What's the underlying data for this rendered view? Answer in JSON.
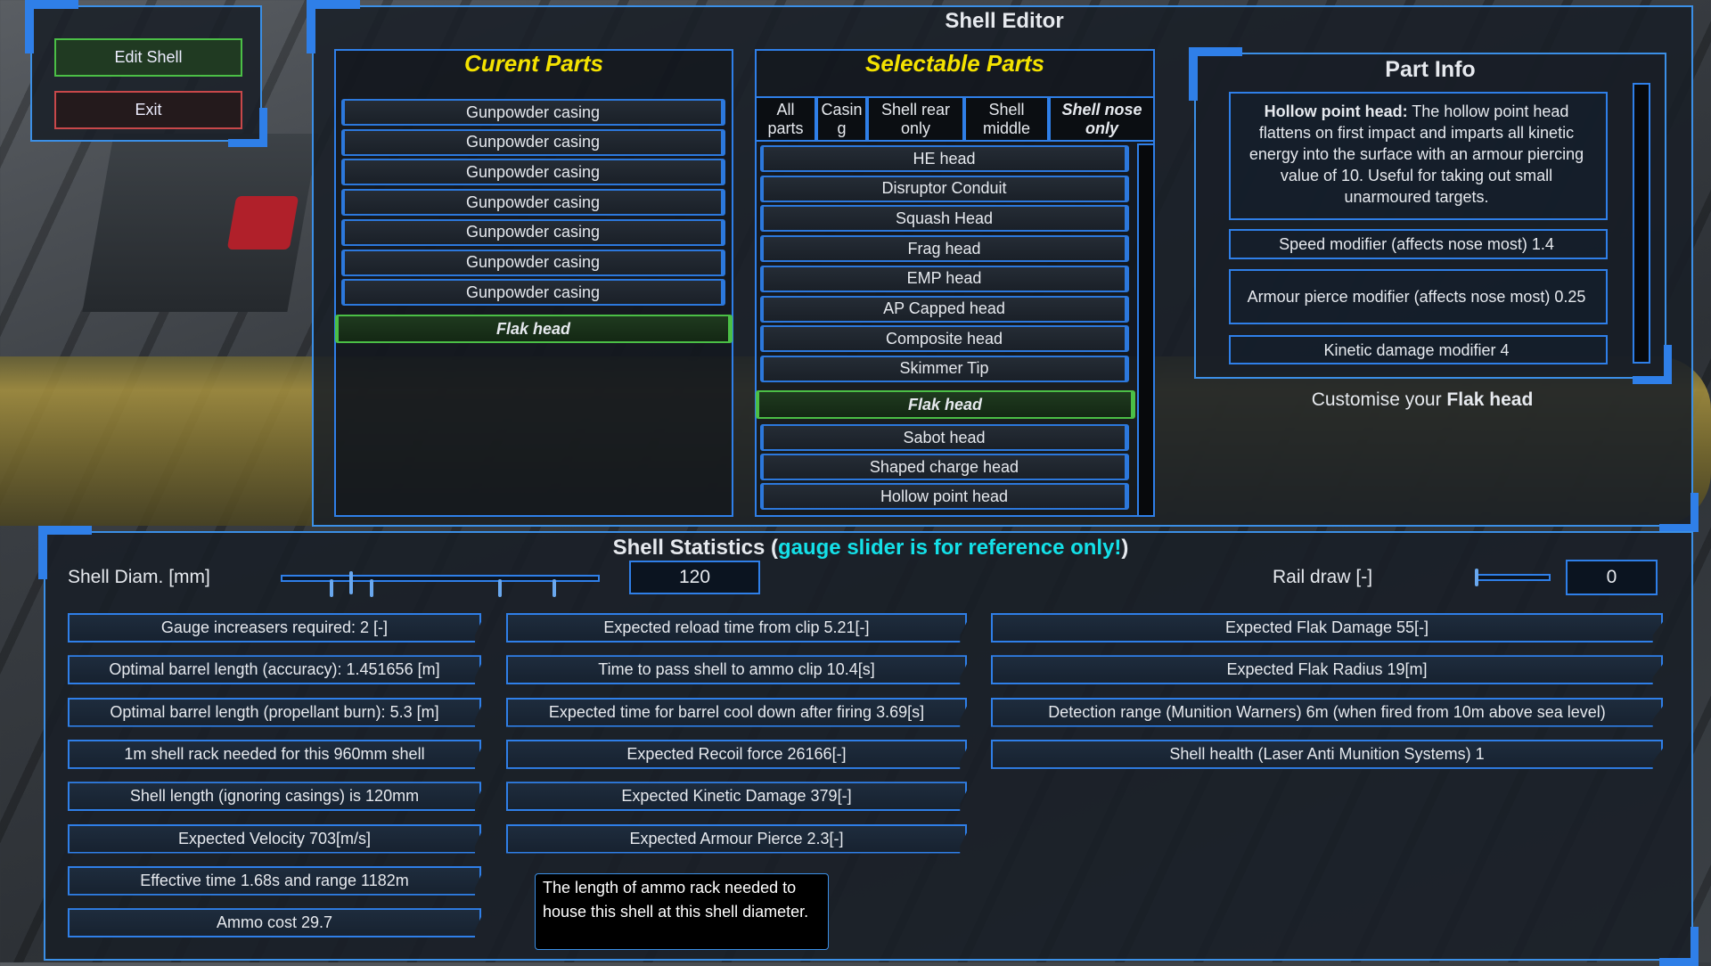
{
  "menu": {
    "edit_shell": "Edit Shell",
    "exit": "Exit"
  },
  "editor": {
    "title": "Shell Editor"
  },
  "current_parts": {
    "title": "Curent Parts",
    "items": [
      "Gunpowder casing",
      "Gunpowder casing",
      "Gunpowder casing",
      "Gunpowder casing",
      "Gunpowder casing",
      "Gunpowder casing",
      "Gunpowder casing"
    ],
    "selected": "Flak head"
  },
  "selectable_parts": {
    "title": "Selectable Parts",
    "tabs": [
      {
        "label": "All parts"
      },
      {
        "label": "Casin g"
      },
      {
        "label": "Shell rear only"
      },
      {
        "label": "Shell middle"
      },
      {
        "label": "Shell nose only",
        "active": true
      }
    ],
    "items": [
      "HE head",
      "Disruptor Conduit",
      "Squash Head",
      "Frag head",
      "EMP head",
      "AP Capped head",
      "Composite head",
      "Skimmer Tip"
    ],
    "selected": "Flak head",
    "items_after": [
      "Sabot head",
      "Shaped charge head",
      "Hollow point head"
    ]
  },
  "part_info": {
    "title": "Part Info",
    "desc_name": "Hollow point head:",
    "desc_text": " The hollow point head flattens on first impact and imparts all kinetic energy into the surface with an armour piercing value of 10. Useful for taking out small unarmoured targets.",
    "speed": "Speed modifier (affects nose most) 1.4",
    "armour": "Armour pierce modifier (affects nose most) 0.25",
    "kinetic": "Kinetic damage modifier 4",
    "customise_prefix": "Customise your ",
    "customise_part": "Flak head"
  },
  "stats": {
    "title_a": "Shell Statistics (",
    "title_b": "gauge slider is for reference only!",
    "title_c": ")",
    "accent": "#14e0e8",
    "diam_label": "Shell Diam. [mm]",
    "diam_value": "120",
    "rail_label": "Rail draw [-]",
    "rail_value": "0",
    "col1": [
      "Gauge increasers required: 2 [-]",
      "Optimal barrel length (accuracy): 1.451656 [m]",
      "Optimal barrel length (propellant burn): 5.3 [m]",
      "1m shell rack needed for this 960mm shell",
      "Shell length (ignoring casings) is 120mm",
      "Expected Velocity 703[m/s]",
      "Effective time 1.68s and range 1182m",
      "Ammo cost 29.7"
    ],
    "col2": [
      "Expected reload time from clip 5.21[-]",
      "Time to pass shell to ammo clip 10.4[s]",
      "Expected time for barrel cool down after firing 3.69[s]",
      "Expected Recoil force 26166[-]",
      "Expected Kinetic Damage 379[-]",
      "Expected Armour Pierce 2.3[-]"
    ],
    "col3": [
      "Expected Flak Damage 55[-]",
      "Expected Flak Radius 19[m]",
      "Detection range (Munition Warners) 6m (when fired from 10m above sea level)",
      "Shell health (Laser Anti Munition Systems) 1"
    ]
  },
  "tooltip": "The length of ammo rack needed to house this shell at this shell diameter."
}
